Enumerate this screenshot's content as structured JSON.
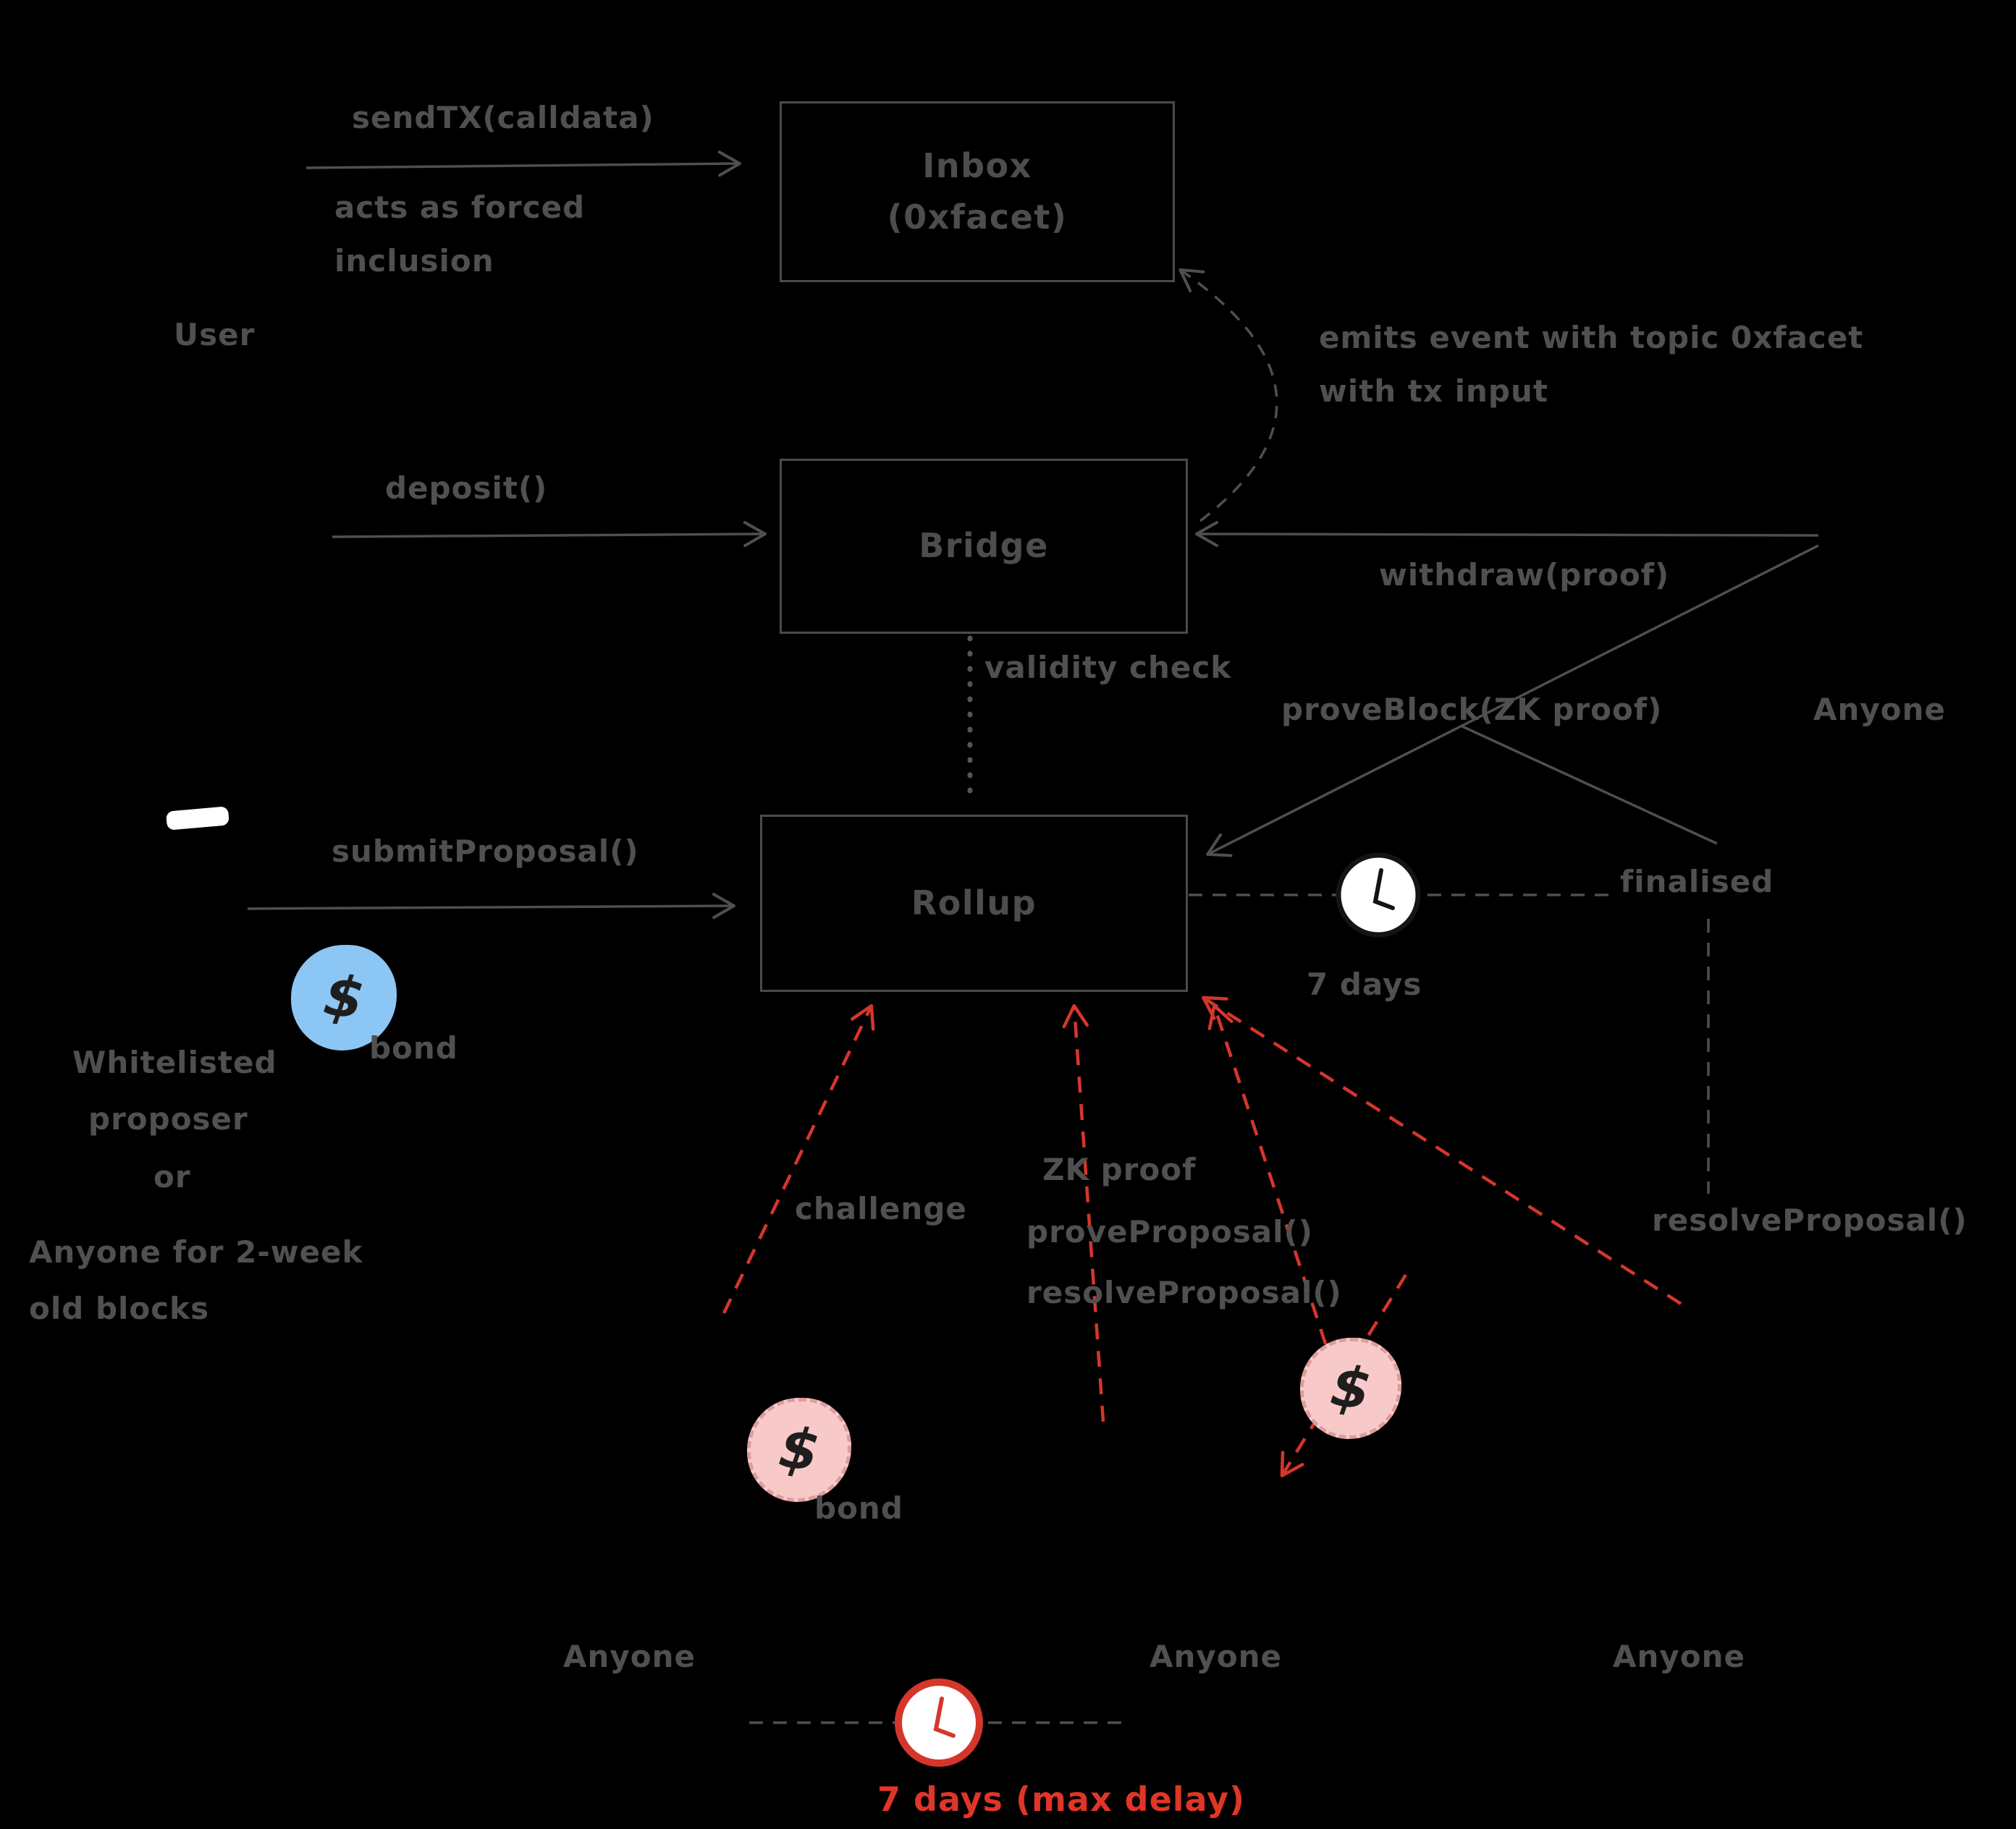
{
  "colors": {
    "background": "#000000",
    "text_gray": "#505050",
    "box_border": "#4a4a4a",
    "accent_red": "#d5362c",
    "coin_blue": "#8cc6f4",
    "coin_pink": "#f8c9c9",
    "clock_white": "#ffffff"
  },
  "boxes": {
    "inbox": {
      "line1": "Inbox",
      "line2": "(0xfacet)"
    },
    "bridge": {
      "label": "Bridge"
    },
    "rollup": {
      "label": "Rollup"
    }
  },
  "labels": {
    "send_tx": "sendTX(calldata)",
    "forced_inclusion_1": "acts as forced",
    "forced_inclusion_2": "inclusion",
    "user": "User",
    "emits_event_1": "emits event with topic 0xfacet",
    "emits_event_2": "with tx input",
    "deposit": "deposit()",
    "withdraw": "withdraw(proof)",
    "validity_check": "validity check",
    "prove_block": "proveBlock(ZK proof)",
    "anyone_top_right": "Anyone",
    "submit_proposal": "submitProposal()",
    "bond_blue": "bond",
    "whitelisted_1": "Whitelisted",
    "whitelisted_2": "proposer",
    "whitelisted_3": "or",
    "whitelisted_4": "Anyone for 2-week",
    "whitelisted_5": "old blocks",
    "seven_days": "7 days",
    "finalised": "finalised",
    "resolve_proposal_right": "resolveProposal()",
    "challenge": "challenge",
    "zk_proof": "ZK proof",
    "prove_proposal": "proveProposal()",
    "resolve_proposal_mid": "resolveProposal()",
    "bond_pink": "bond",
    "anyone_bottom_left": "Anyone",
    "anyone_bottom_mid": "Anyone",
    "anyone_bottom_right": "Anyone",
    "max_delay": "7 days (max delay)"
  },
  "icons": {
    "dollar": "$"
  }
}
